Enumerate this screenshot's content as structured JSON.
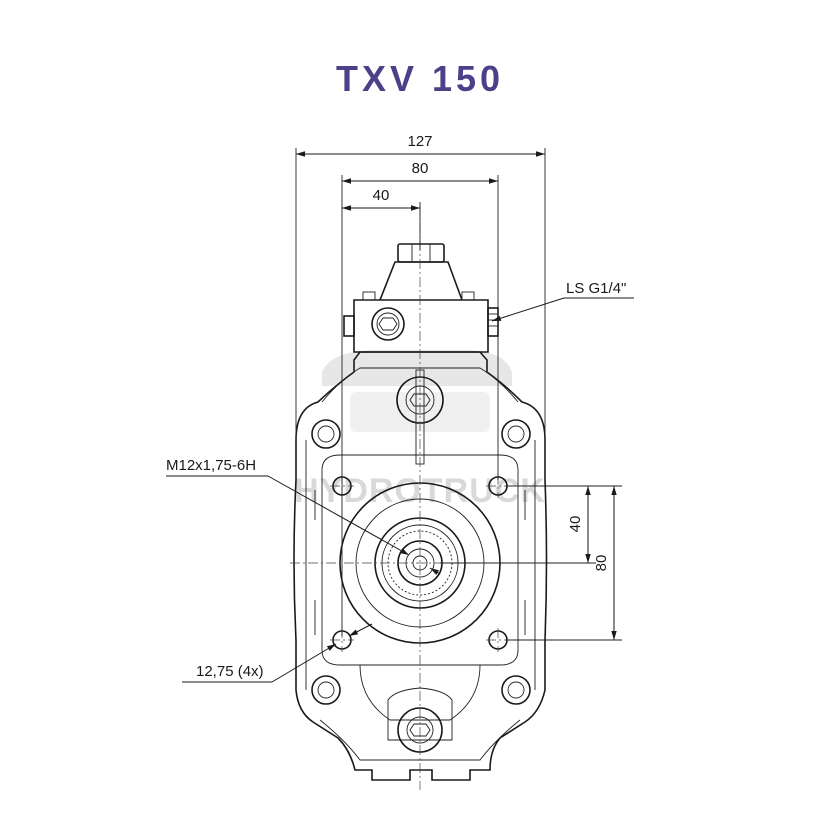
{
  "title": "TXV 150",
  "dimensions": {
    "width_overall": "127",
    "width_bolt": "80",
    "width_half": "40",
    "height_half": "40",
    "height_bolt": "80"
  },
  "callouts": {
    "ls_port": "LS G1/4\"",
    "thread": "M12x1,75-6H",
    "holes": "12,75 (4x)"
  },
  "watermark": "HYDROTRUCK",
  "colors": {
    "title": "#4a4189",
    "lines": "#1a1a1a",
    "watermark": "#d0d0d0"
  }
}
